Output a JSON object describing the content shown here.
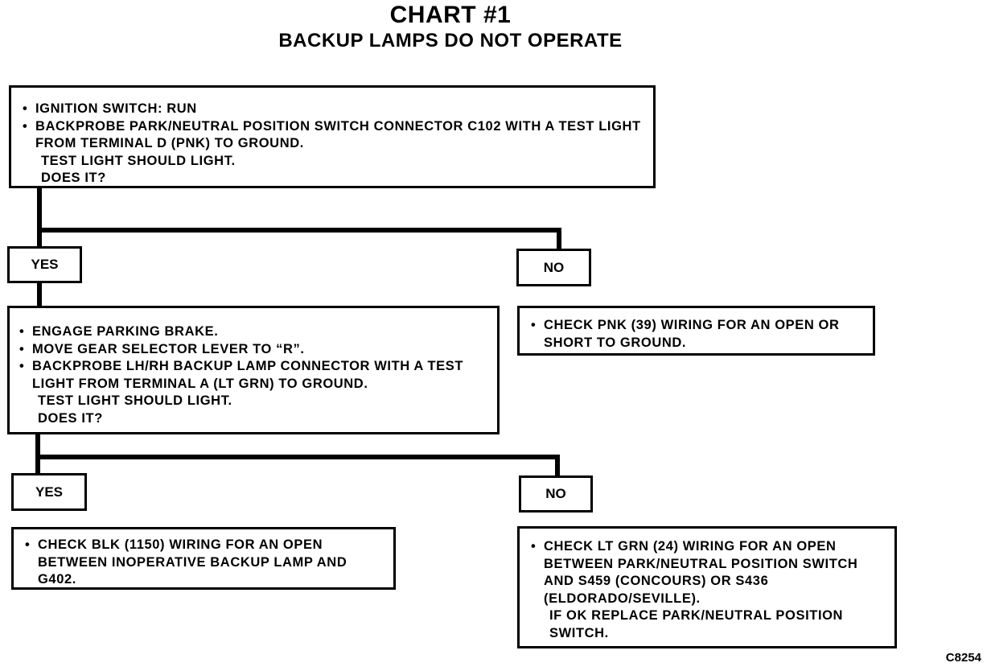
{
  "chart": {
    "title": "CHART #1",
    "subtitle": "BACKUP LAMPS DO NOT OPERATE",
    "ref_code": "C8254"
  },
  "step1": {
    "bullets": [
      "IGNITION SWITCH: RUN",
      "BACKPROBE PARK/NEUTRAL POSITION SWITCH CONNECTOR C102 WITH A TEST LIGHT FROM TERMINAL D (PNK) TO GROUND."
    ],
    "note": [
      "TEST LIGHT SHOULD LIGHT.",
      "DOES IT?"
    ]
  },
  "step1_yes": "YES",
  "step1_no": "NO",
  "step1_no_action": {
    "bullets": [
      "CHECK PNK (39) WIRING FOR AN OPEN OR SHORT TO GROUND."
    ]
  },
  "step2": {
    "bullets": [
      "ENGAGE PARKING BRAKE.",
      "MOVE GEAR SELECTOR LEVER TO “R”.",
      "BACKPROBE LH/RH BACKUP LAMP CONNECTOR WITH A TEST LIGHT FROM TERMINAL A (LT GRN) TO GROUND."
    ],
    "note": [
      "TEST LIGHT SHOULD LIGHT.",
      "DOES IT?"
    ]
  },
  "step2_yes": "YES",
  "step2_no": "NO",
  "step2_yes_action": {
    "bullets": [
      "CHECK BLK (1150) WIRING FOR AN OPEN BETWEEN INOPERATIVE BACKUP LAMP AND G402."
    ]
  },
  "step2_no_action": {
    "bullets": [
      "CHECK LT GRN (24) WIRING FOR AN OPEN BETWEEN PARK/NEUTRAL POSITION SWITCH AND S459 (CONCOURS) OR S436 (ELDORADO/SEVILLE)."
    ],
    "note": [
      "IF OK REPLACE PARK/NEUTRAL POSITION SWITCH."
    ]
  }
}
